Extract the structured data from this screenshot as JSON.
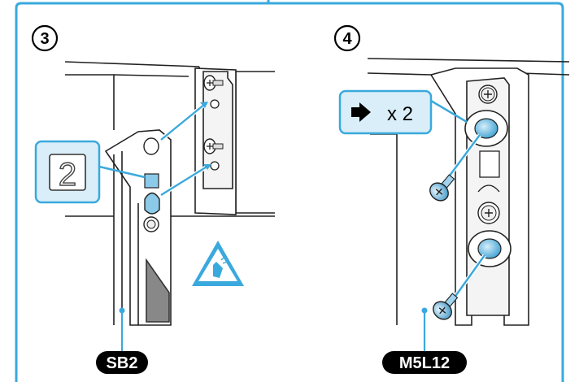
{
  "steps": [
    {
      "number": "3",
      "tag": "SB2"
    },
    {
      "number": "4",
      "qty_label": "x 2",
      "tag": "M5L12"
    }
  ],
  "icons": {
    "caution": "pinch-warning-icon",
    "arrow": "insert-arrow-icon",
    "callout": "hole-2-callout-icon"
  },
  "callout_number": "2",
  "colors": {
    "frame": "#3aa9dd",
    "accent": "#3aa9dd",
    "callout_fill": "#d9eef9",
    "screw": "#6fbde3",
    "tag_bg": "#000000",
    "tag_text": "#ffffff"
  }
}
